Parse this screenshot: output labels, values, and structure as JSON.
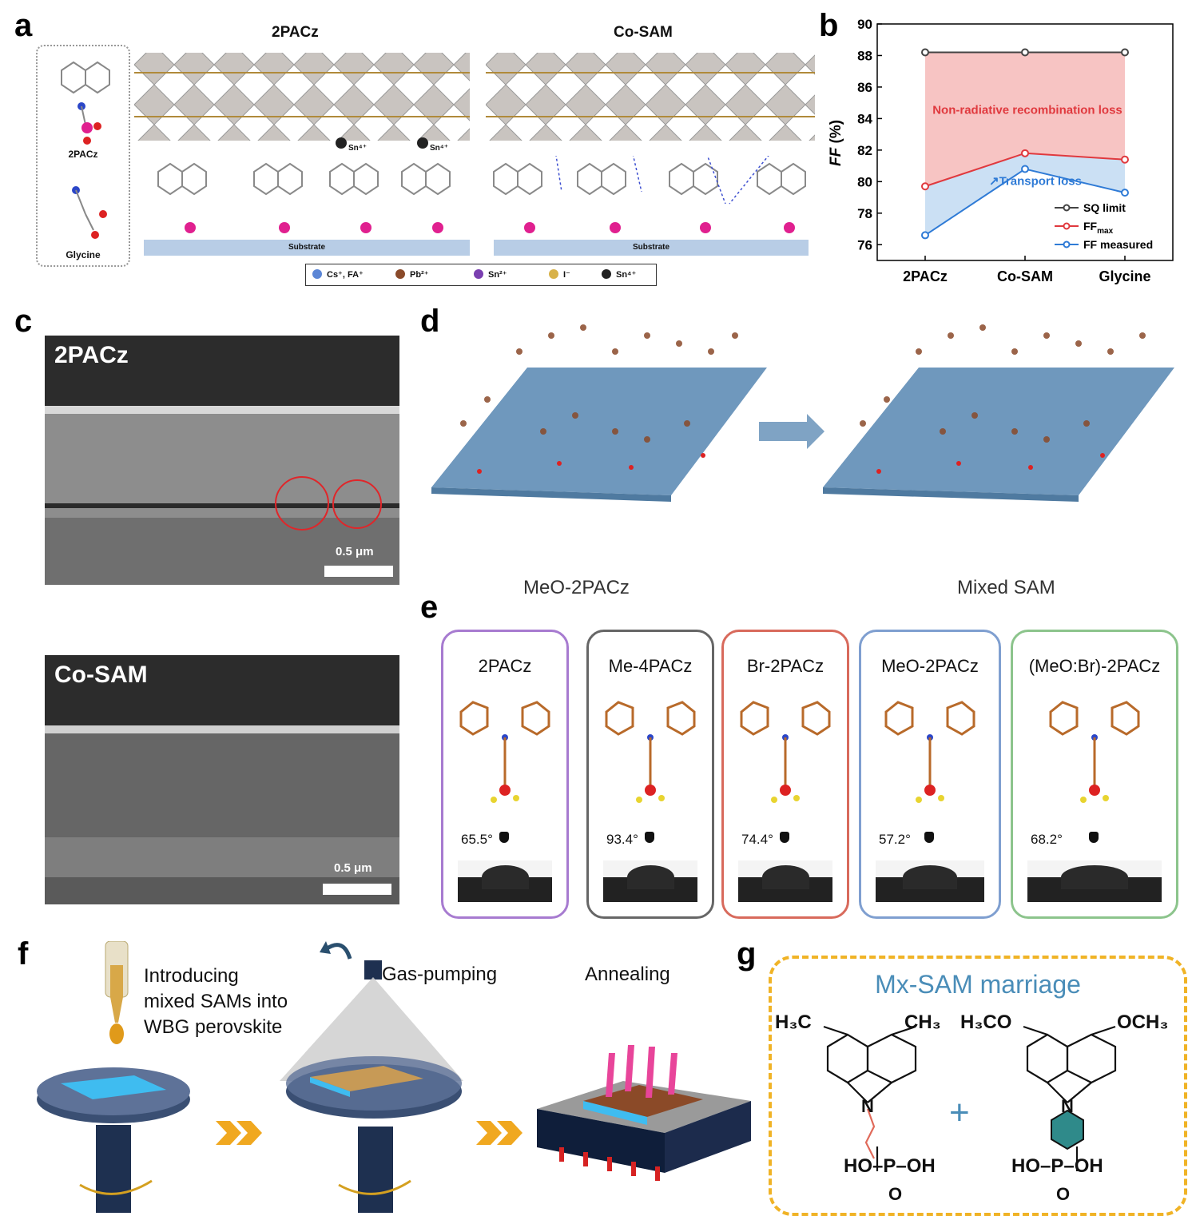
{
  "panel_labels": {
    "a": "a",
    "b": "b",
    "c": "c",
    "d": "d",
    "e": "e",
    "f": "f",
    "g": "g"
  },
  "panel_a": {
    "title_left": "2PACz",
    "title_right": "Co-SAM",
    "inset_2pacz": "2PACz",
    "inset_glycine": "Glycine",
    "substrate_left": "Substrate",
    "substrate_right": "Substrate",
    "sn4_label": "Sn⁴⁺",
    "legend": [
      {
        "label": "Cs⁺, FA⁺",
        "color": "#5b86d6"
      },
      {
        "label": "Pb²⁺",
        "color": "#8a4a2a"
      },
      {
        "label": "Sn²⁺",
        "color": "#7a3fb0"
      },
      {
        "label": "I⁻",
        "color": "#d8b24a"
      },
      {
        "label": "Sn⁴⁺",
        "color": "#222222"
      }
    ]
  },
  "chart_data": {
    "type": "line",
    "categories": [
      "2PACz",
      "Co-SAM",
      "Glycine"
    ],
    "series": [
      {
        "name": "SQ limit",
        "values": [
          88.2,
          88.2,
          88.2
        ],
        "color": "#444444"
      },
      {
        "name": "FF",
        "sub": "max",
        "values": [
          79.7,
          81.8,
          81.4
        ],
        "color": "#e0393e"
      },
      {
        "name": "FF measured",
        "values": [
          76.6,
          80.8,
          79.3
        ],
        "color": "#2f7bd6"
      }
    ],
    "ylabel": "FF",
    "ylabel_unit": "(%)",
    "ylim": [
      75,
      90
    ],
    "yticks": [
      76,
      78,
      80,
      82,
      84,
      86,
      88,
      90
    ],
    "annotations": {
      "nonradiative": "Non-radiative recombination loss",
      "transport": "Transport loss"
    },
    "fill_colors": {
      "nonradiative": "#f7c4c3",
      "transport": "#cbe0f4"
    }
  },
  "panel_c": {
    "top_label": "2PACz",
    "bottom_label": "Co-SAM",
    "scale_top": "0.5 μm",
    "scale_bottom": "0.5 μm"
  },
  "panel_d": {
    "label_left": "MeO-2PACz",
    "label_right": "Mixed SAM"
  },
  "panel_e": {
    "cards": [
      {
        "name": "2PACz",
        "angle": "65.5°",
        "color": "#a77bd0"
      },
      {
        "name": "Me-4PACz",
        "angle": "93.4°",
        "color": "#666666"
      },
      {
        "name": "Br-2PACz",
        "angle": "74.4°",
        "color": "#d86a5c"
      },
      {
        "name": "MeO-2PACz",
        "angle": "57.2°",
        "color": "#7f9fd0"
      },
      {
        "name": "(MeO:Br)-2PACz",
        "angle": "68.2°",
        "color": "#8cc48c"
      }
    ]
  },
  "panel_f": {
    "step1_text": "Introducing mixed SAMs into WBG perovskite",
    "step1_line1": "Introducing",
    "step1_line2": "mixed SAMs into",
    "step1_line3": "WBG perovskite",
    "step2_text": "Gas-pumping",
    "step3_text": "Annealing"
  },
  "panel_g": {
    "title": "Mx-SAM marriage",
    "left_h3c": "H₃C",
    "left_ch3": "CH₃",
    "right_h3co": "H₃CO",
    "right_och3": "OCH₃",
    "n_label": "N",
    "plus": "+",
    "acid_left": "HO–P–OH",
    "acid_right": "HO–P–OH",
    "oxygen": "O"
  }
}
